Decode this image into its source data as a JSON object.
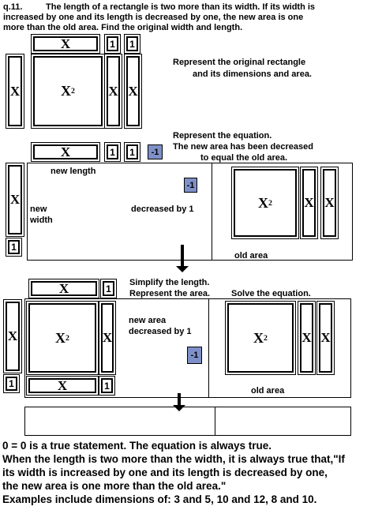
{
  "header": {
    "number": "q.11.",
    "line1": "The length of a rectangle is two more than its width.   If its width is",
    "line2": "increased by one and its length is decreased by one,  the new area is one",
    "line3": "more than the old area.  Find the original width and length."
  },
  "tiles": {
    "x": "X",
    "x2_base": "X",
    "x2_exp": "2",
    "one": "1",
    "neg_one": "-1"
  },
  "section1": {
    "caption_line1": "Represent the original rectangle",
    "caption_line2": "and its dimensions and area."
  },
  "section2": {
    "caption_line1": "Represent the equation.",
    "caption_line2": "The new area has been decreased",
    "caption_line3": "to equal the old area.",
    "new_length": "new length",
    "new_width_1": "new",
    "new_width_2": "width",
    "decreased": "decreased by 1",
    "old_area": "old area"
  },
  "section3": {
    "caption_left_1": "Simplify the length.",
    "caption_left_2": "Represent the area.",
    "caption_right": "Solve the equation.",
    "new_area_1": "new area",
    "new_area_2": "decreased by 1",
    "old_area": "old area"
  },
  "conclusion": {
    "line1": "0 = 0 is a true statement.  The equation is always true.",
    "line2": "When the length is two more than the width, it is always true that,\"If",
    "line3": "its width is increased by one and its length is decreased by one,",
    "line4": "the new area is one more than the old area.\"",
    "line5": "Examples include dimensions of: 3 and 5, 10 and 12, 8 and 10."
  }
}
